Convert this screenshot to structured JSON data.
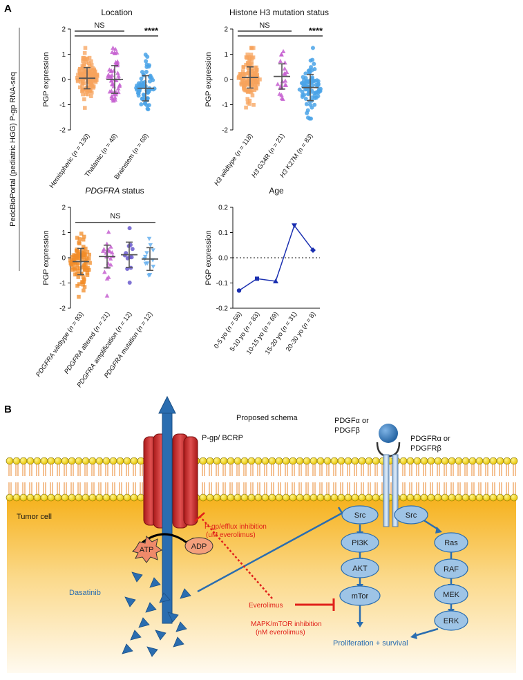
{
  "panel_a": {
    "label": "A",
    "y_side_label": "PedcBioPortal (pediatric HGG) P-gp RNA-seq"
  },
  "panel_b": {
    "label": "B",
    "title": "Proposed schema",
    "pgp_label": "P-gp/ BCRP",
    "ligand_label_1": "PDGFα or",
    "ligand_label_2": "PDGFβ",
    "receptor_label_1": "PDGFRα or",
    "receptor_label_2": "PDGFRβ",
    "tumor_cell": "Tumor cell",
    "atp": "ATP",
    "adp": "ADP",
    "dasatinib": "Dasatinib",
    "everolimus": "Everolimus",
    "efflux_inhibition_1": "P-gp/efflux inhibition",
    "efflux_inhibition_2": "(uM everolimus)",
    "mapk_inhibition_1": "MAPK/mTOR inhibition",
    "mapk_inhibition_2": "(nM everolimus)",
    "nodes": {
      "src_left": "Src",
      "src_right": "Src",
      "pi3k": "PI3K",
      "akt": "AKT",
      "mtor": "mTor",
      "ras": "Ras",
      "raf": "RAF",
      "mek": "MEK",
      "erk": "ERK"
    },
    "outcome": "Proliferation + survival"
  },
  "colors": {
    "orange": "#f7a35c",
    "orange_dark": "#f28c28",
    "purple": "#c55fd0",
    "blue": "#4aa3e8",
    "line_blue": "#1a2fb0",
    "inhibit_red": "#e0201a",
    "schema_blue": "#2a6db0",
    "node_fill": "#9ec4e6"
  },
  "chart_data": [
    {
      "type": "scatter",
      "title": "Location",
      "ylabel": "PGP expression",
      "ylim": [
        -2,
        2
      ],
      "yticks": [
        "-2",
        "-1",
        "0",
        "1",
        "2"
      ],
      "categories": [
        "Hemispheric (n = 130)",
        "Thalamic (n = 48)",
        "Brainstem (n = 68)"
      ],
      "means": [
        0.05,
        0.0,
        -0.35
      ],
      "sd": [
        0.42,
        0.55,
        0.5
      ],
      "significance": [
        {
          "label": "NS"
        },
        {
          "label": "****"
        }
      ]
    },
    {
      "type": "scatter",
      "title": "Histone H3 mutation status",
      "ylabel": "PGP expression",
      "ylim": [
        -2,
        2
      ],
      "yticks": [
        "-2",
        "-1",
        "0",
        "1",
        "2"
      ],
      "categories": [
        "H3 wildtype (n = 118)",
        "H3 G34R (n = 21)",
        "H3 K27M (n = 83)"
      ],
      "means": [
        0.08,
        0.12,
        -0.32
      ],
      "sd": [
        0.42,
        0.5,
        0.52
      ],
      "significance": [
        {
          "label": "NS"
        },
        {
          "label": "****"
        }
      ]
    },
    {
      "type": "scatter",
      "title": "PDGFRA status",
      "ylabel": "PGP expression",
      "ylim": [
        -2,
        2
      ],
      "yticks": [
        "-2",
        "-1",
        "0",
        "1",
        "2"
      ],
      "categories": [
        "PDGFRA wildtype (n = 93)",
        "PDGFRA altered (n = 21)",
        "PDGFRA amplification (n = 12)",
        "PDGFRA mutation (n = 12)"
      ],
      "means": [
        -0.15,
        0.05,
        0.12,
        -0.05
      ],
      "sd": [
        0.52,
        0.45,
        0.5,
        0.45
      ],
      "significance": [
        {
          "label": "NS"
        }
      ]
    },
    {
      "type": "line",
      "title": "Age",
      "ylabel": "PGP expression",
      "ylim": [
        -0.2,
        0.2
      ],
      "yticks": [
        "-0.2",
        "-0.1",
        "0.0",
        "0.1",
        "0.2"
      ],
      "categories": [
        "0-5 yo (n = 56)",
        "5-10 yo (n = 83)",
        "10-15 yo (n = 69)",
        "15-20 yo (n = 31)",
        "20-30 yo (n = 8)"
      ],
      "values": [
        -0.13,
        -0.083,
        -0.093,
        0.128,
        0.03
      ]
    }
  ]
}
